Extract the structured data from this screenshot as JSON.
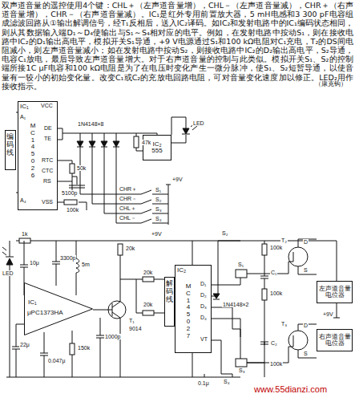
{
  "diagram": {
    "nodes": [
      {
        "text": [
          "编码线"
        ]
      },
      {
        "text": [
          "IC₁",
          "MC145026"
        ]
      },
      {
        "text": [
          "IC₂",
          "555"
        ]
      },
      {
        "text": [
          "IC₁",
          "μPC1373HA"
        ]
      },
      {
        "text": [
          "解码线"
        ]
      },
      {
        "text": [
          "IC₂",
          "MC145027"
        ]
      },
      {
        "text": [
          "左声道音量电位器"
        ]
      },
      {
        "text": [
          "右声道音量电位器"
        ]
      }
    ],
    "labels": [
      "双声道音量的遥控使用4个键：CHL＋（左声道音量增），CHL－（左声道音量减），CHR＋（右声道音量增），CHR－（右声道音量减）。IC₁是红外专用前置放大器，5 mH电感和3 300 pF电容组成滤波回路从①输出解调信号，经T₁反相后，送入IC₂译码。如IC₂和发射电路中的IC₁编码状态相同，则从其数据输入端D₁～D₄使输出与S₁～S₄相对应的电平。例如，在发射电路中按动S₁，则在接收电路中IC₂的D₁输出高电平，模拟开关S₁导通，+9 V电源通过S₁和100 kΩ电阻对C₁充电，T₂的DS间电阻减小，则左声道音量减小；如在发射电路中按动S₂，则接收电路中IC₂的D₂输出高电平，S₂导通，电容C₁放电，最后导致左声道音量增大。对于右声道音量的控制与此类似。模拟开关S₁、S₂的控制端所接1C μF电容和100 kΩ电阻是为了在电压时变化产生一微分脉冲，使S₁、S₂短暂导通，以使音量有一较小的初始变化量。改变C₁或C₂的充放电回路电阻，可对音量变化速度加以修正。LED₂用作接收指示。",
      "（康克钩）",
      "VCC",
      "A₁",
      "A₄",
      "DE",
      "TE",
      "RTC",
      "CTC",
      "RS",
      "VSS",
      "50k",
      "5100p",
      "100k",
      "1N4148×8",
      "47k",
      "LED",
      "CHR＋",
      "+9V",
      "S₁",
      "CHR－",
      "S₂",
      "CHL＋",
      "S₃",
      "CHL－",
      "S₄",
      "LED",
      "1k",
      "10μ",
      "3300p",
      "5m",
      "20k",
      "T₁",
      "9014",
      "+9V",
      "20k",
      "20k",
      "1000p",
      "150k",
      "0.047μ",
      "22μ",
      "D₁",
      "D₂",
      "D₃",
      "D₄",
      "VT",
      "S₂",
      "100k",
      "C₁",
      "S₁",
      "1N4148×2",
      "100k",
      "T₂",
      "D",
      "S",
      "T₃",
      "D",
      "S",
      "+9V",
      "C₂",
      "100k",
      "S₃",
      "S₄",
      "0.1μ",
      "www.55dianzi.com"
    ]
  }
}
